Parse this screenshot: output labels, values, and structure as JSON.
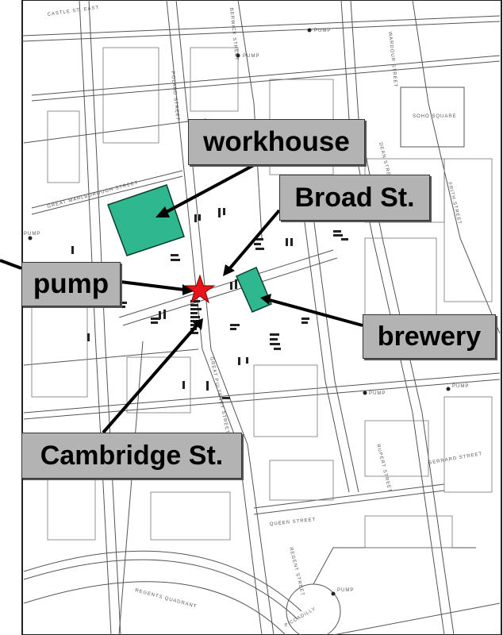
{
  "labels": {
    "workhouse": "workhouse",
    "broad_street": "Broad St.",
    "pump": "pump",
    "brewery": "brewery",
    "cambridge_street": "Cambridge St."
  },
  "map_words": {
    "castle_st": "CASTLE ST. EAST",
    "great_marlborough": "GREAT MARLBOROUGH STREET",
    "soho_square": "SOHO SQUARE",
    "regents_quadrant": "REGENTS QUADRANT",
    "queen_street": "QUEEN STREET",
    "piccadilly": "PICCADILLY",
    "dean_street": "DEAN STREET",
    "frith_street": "FRITH STREET",
    "poland_street": "POLAND STREET",
    "berwick_street": "BERWICK STREET",
    "wardour_street": "WARDOUR STREET",
    "regent_street": "REGENT STREET",
    "great_pulteney": "GREAT PULTENEY STREET",
    "rupert_street": "RUPERT STREET",
    "gerrard_street": "GERRARD STREET",
    "pump_1": "PUMP",
    "pump_2": "PUMP",
    "pump_3": "PUMP",
    "pump_4": "PUMP",
    "pump_5": "PUMP",
    "pump_6": "PUMP"
  },
  "colors": {
    "building_fill": "#2fb88f",
    "star_fill": "#e8141b",
    "label_bg": "#b3b3b3",
    "street_line": "#444444"
  },
  "markers": [
    "star-marker"
  ]
}
